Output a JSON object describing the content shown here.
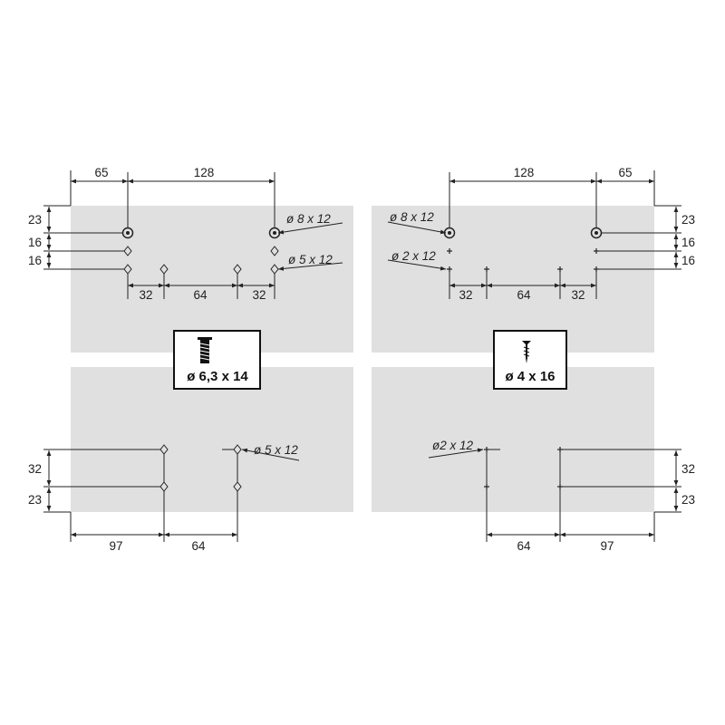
{
  "colors": {
    "panel": "#e0e0e0",
    "line": "#222222",
    "background": "#ffffff"
  },
  "left_top": {
    "dims_top": [
      "65",
      "128"
    ],
    "dims_side": [
      "23",
      "16",
      "16"
    ],
    "dims_bottom": [
      "32",
      "64",
      "32"
    ],
    "callout_large": "ø 8 x 12",
    "callout_small": "ø 5 x 12"
  },
  "right_top": {
    "dims_top": [
      "128",
      "65"
    ],
    "dims_side": [
      "23",
      "16",
      "16"
    ],
    "dims_bottom": [
      "32",
      "64",
      "32"
    ],
    "callout_large": "ø 8 x 12",
    "callout_small": "ø 2 x 12"
  },
  "left_bottom": {
    "dims_side": [
      "32",
      "23"
    ],
    "dims_bottom": [
      "97",
      "64"
    ],
    "callout": "ø 5 x 12"
  },
  "right_bottom": {
    "dims_side": [
      "32",
      "23"
    ],
    "dims_bottom": [
      "64",
      "97"
    ],
    "callout": "ø2 x 12"
  },
  "screw_boxes": [
    {
      "label": "ø 6,3 x 14",
      "icon": "euro-screw-icon"
    },
    {
      "label": "ø 4 x 16",
      "icon": "chipboard-screw-icon"
    }
  ]
}
